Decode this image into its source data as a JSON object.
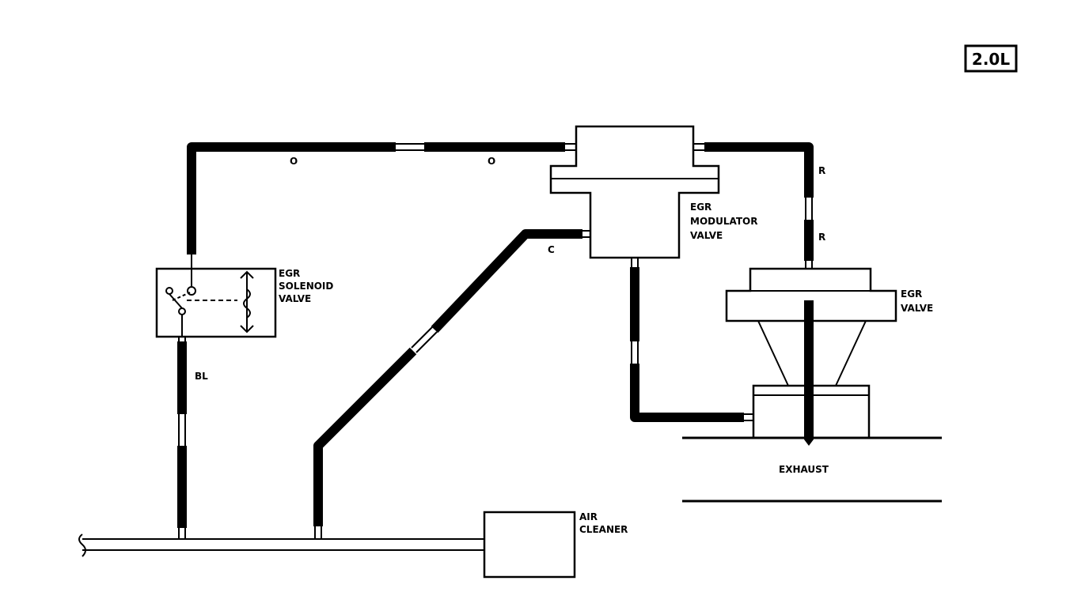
{
  "badge": {
    "label": "2.0L"
  },
  "labels": {
    "egr_solenoid_valve": [
      "EGR",
      "SOLENOID",
      "VALVE"
    ],
    "egr_modulator_valve": [
      "EGR",
      "MODULATOR",
      "VALVE"
    ],
    "egr_valve": [
      "EGR",
      "VALVE"
    ],
    "air_cleaner": [
      "AIR",
      "CLEANER"
    ],
    "exhaust": "EXHAUST"
  },
  "hose_codes": {
    "solenoid_to_modulator_left": "O",
    "solenoid_to_modulator_right": "O",
    "modulator_to_egr_upper": "R",
    "modulator_to_egr_lower": "R",
    "solenoid_to_intake": "BL",
    "diagonal_to_modulator": "C"
  },
  "colors": {
    "line": "#000000",
    "background": "#ffffff"
  }
}
